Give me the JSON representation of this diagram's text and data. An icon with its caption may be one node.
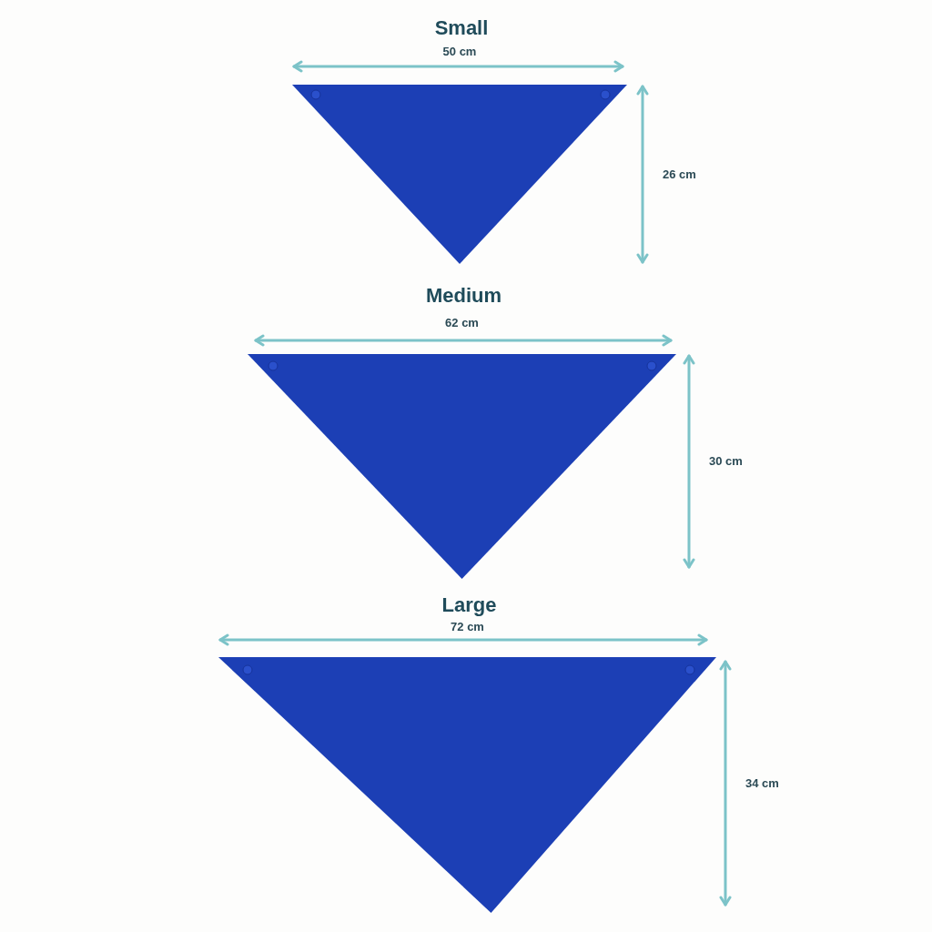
{
  "diagram": {
    "labels": [
      "Small",
      "50 cm",
      "26 cm",
      "Medium",
      "62 cm",
      "30 cm",
      "Large",
      "72 cm",
      "34 cm"
    ]
  }
}
